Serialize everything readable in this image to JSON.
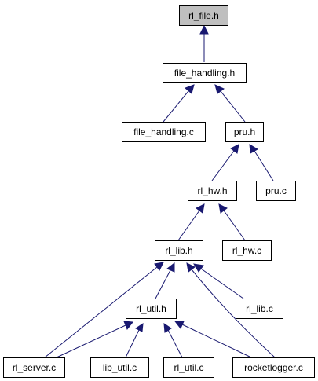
{
  "nodes": {
    "rl_file_h": "rl_file.h",
    "file_handling_h": "file_handling.h",
    "file_handling_c": "file_handling.c",
    "pru_h": "pru.h",
    "rl_hw_h": "rl_hw.h",
    "pru_c": "pru.c",
    "rl_lib_h": "rl_lib.h",
    "rl_hw_c": "rl_hw.c",
    "rl_util_h": "rl_util.h",
    "rl_lib_c": "rl_lib.c",
    "rl_server_c": "rl_server.c",
    "lib_util_c": "lib_util.c",
    "rl_util_c": "rl_util.c",
    "rocketlogger_c": "rocketlogger.c"
  },
  "highlight_node": "rl_file_h",
  "colors": {
    "edge": "#191970",
    "highlight_fill": "#bfbfbf",
    "node_fill": "#ffffff"
  }
}
